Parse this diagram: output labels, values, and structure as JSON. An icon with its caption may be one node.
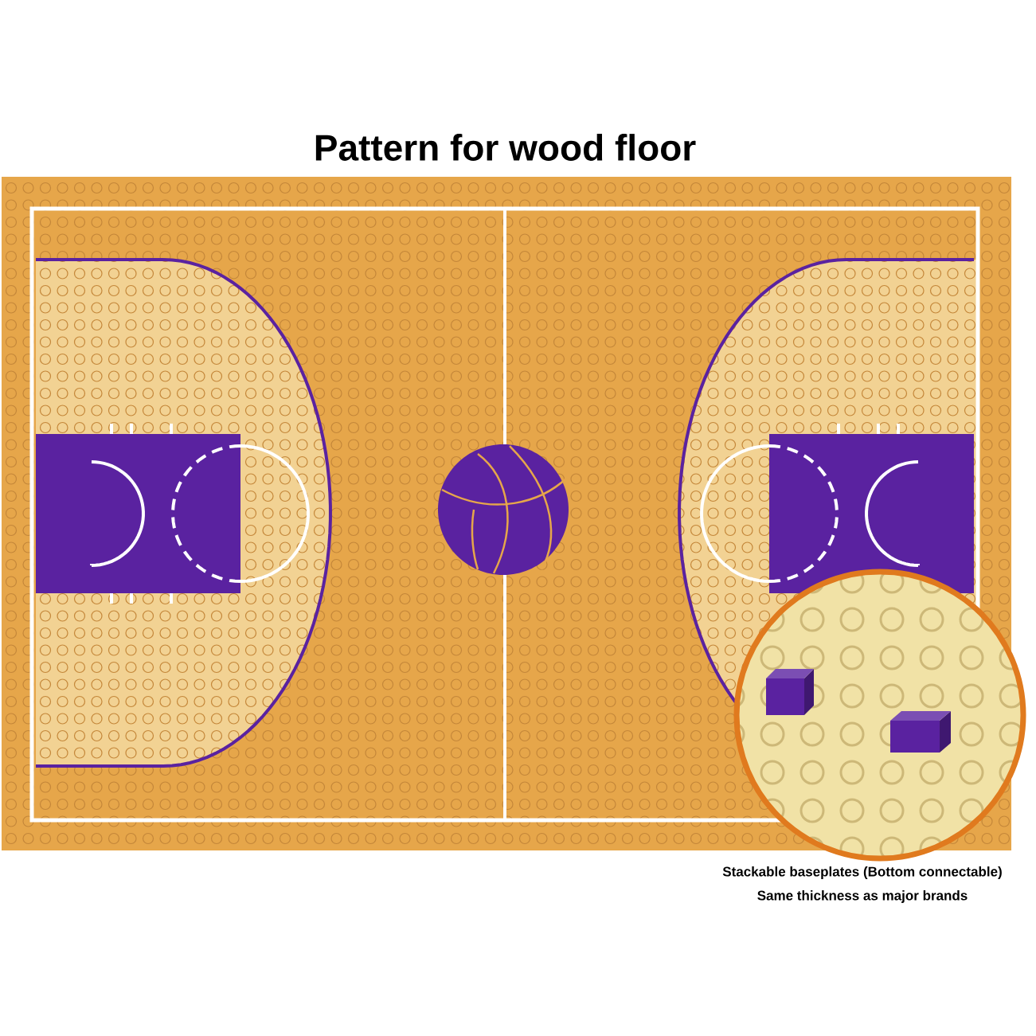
{
  "diagram": {
    "title": "Pattern for wood floor",
    "labels": [
      "Stackable baseplates (Bottom connectable)",
      "Same thickness as major brands"
    ]
  }
}
